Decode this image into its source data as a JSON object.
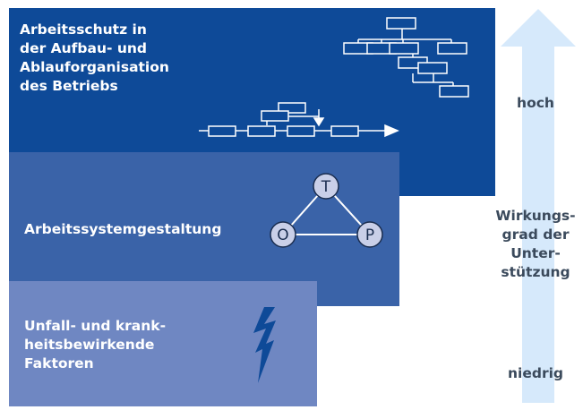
{
  "levels": {
    "top": {
      "label": "Arbeitsschutz in\nder Aufbau- und\nAblauforganisation\ndes Betriebs"
    },
    "middle": {
      "label": "Arbeitssystemgestaltung"
    },
    "bottom": {
      "label": "Unfall- und krank-\nheitsbewirkende\nFaktoren"
    }
  },
  "top_triangle": {
    "nodes": [
      "T",
      "O",
      "P"
    ]
  },
  "scale": {
    "high": "hoch",
    "title": "Wirkungs-\ngrad der\nUnter-\nstützung",
    "low": "niedrig"
  },
  "colors": {
    "top_panel": "#0e4a98",
    "middle_panel": "#3a63a8",
    "bottom_panel": "#6f87c2",
    "arrow": "#d6e9fb",
    "text": "#3b4a5c"
  }
}
